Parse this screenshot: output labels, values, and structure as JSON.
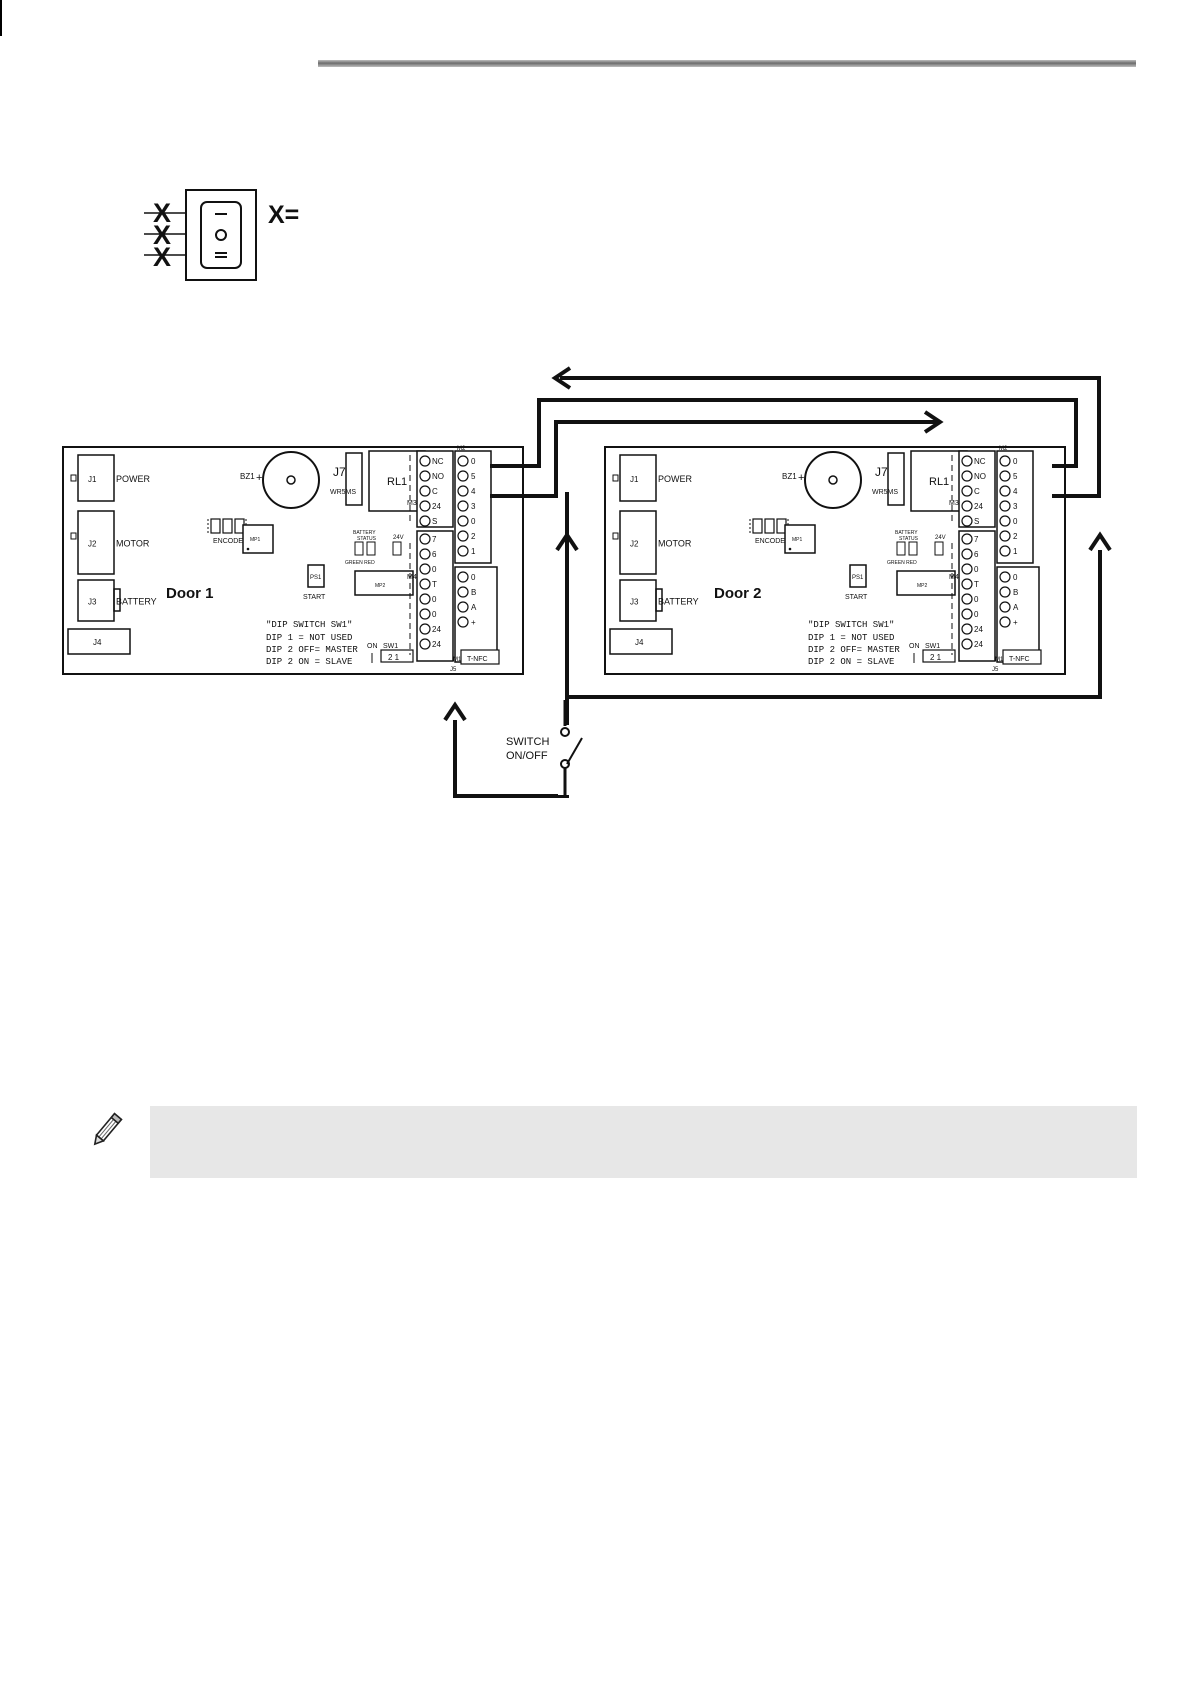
{
  "legend": {
    "mark": "X",
    "equals": "X="
  },
  "wiring": {
    "switch_label_1": "SWITCH",
    "switch_label_2": "ON/OFF"
  },
  "boards": [
    {
      "door_label": "Door 1",
      "bz": "BZ1",
      "relay": "RL1",
      "j7": "J7",
      "wr": "WR5MS",
      "connectors": [
        {
          "id": "J1",
          "label": "POWER"
        },
        {
          "id": "J2",
          "label": "MOTOR"
        },
        {
          "id": "J3",
          "label": "BATTERY"
        },
        {
          "id": "J4",
          "label": ""
        }
      ],
      "encoder": "ENCODER",
      "mp1": "MP1",
      "mp2": "MP2",
      "ps1": "PS1",
      "start": "START",
      "battery_status_1": "BATTERY",
      "battery_status_2": "STATUS",
      "green_red": "GREEN  RED",
      "v24": "24V",
      "dip_title": "\"DIP SWITCH SW1\"",
      "dip_lines": [
        "DIP 1 = NOT USED",
        "DIP 2 OFF= MASTER",
        "DIP 2 ON = SLAVE"
      ],
      "sw1_on": "ON",
      "sw1": "SW1",
      "sw1_keys": "2 1",
      "m1": "M1",
      "m2": "M2",
      "m3": "M3",
      "m4": "M4",
      "j5": "J5",
      "tnfc": "T-NFC",
      "m3_pins": [
        "NC",
        "NO",
        "C",
        "24",
        "S"
      ],
      "m4_pins": [
        "7",
        "6",
        "0",
        "T",
        "0",
        "0",
        "24",
        "24"
      ],
      "m2_pins": [
        "0",
        "5",
        "4",
        "3",
        "0",
        "2",
        "1"
      ],
      "m1_pins": [
        "0",
        "B",
        "A",
        "+"
      ]
    },
    {
      "door_label": "Door 2",
      "bz": "BZ1",
      "relay": "RL1",
      "j7": "J7",
      "wr": "WR5MS",
      "connectors": [
        {
          "id": "J1",
          "label": "POWER"
        },
        {
          "id": "J2",
          "label": "MOTOR"
        },
        {
          "id": "J3",
          "label": "BATTERY"
        },
        {
          "id": "J4",
          "label": ""
        }
      ],
      "encoder": "ENCODER",
      "mp1": "MP1",
      "mp2": "MP2",
      "ps1": "PS1",
      "start": "START",
      "battery_status_1": "BATTERY",
      "battery_status_2": "STATUS",
      "green_red": "GREEN  RED",
      "v24": "24V",
      "dip_title": "\"DIP SWITCH SW1\"",
      "dip_lines": [
        "DIP 1 = NOT USED",
        "DIP 2 OFF= MASTER",
        "DIP 2 ON = SLAVE"
      ],
      "sw1_on": "ON",
      "sw1": "SW1",
      "sw1_keys": "2 1",
      "m1": "M1",
      "m2": "M2",
      "m3": "M3",
      "m4": "M4",
      "j5": "J5",
      "tnfc": "T-NFC",
      "m3_pins": [
        "NC",
        "NO",
        "C",
        "24",
        "S"
      ],
      "m4_pins": [
        "7",
        "6",
        "0",
        "T",
        "0",
        "0",
        "24",
        "24"
      ],
      "m2_pins": [
        "0",
        "5",
        "4",
        "3",
        "0",
        "2",
        "1"
      ],
      "m1_pins": [
        "0",
        "B",
        "A",
        "+"
      ]
    }
  ]
}
